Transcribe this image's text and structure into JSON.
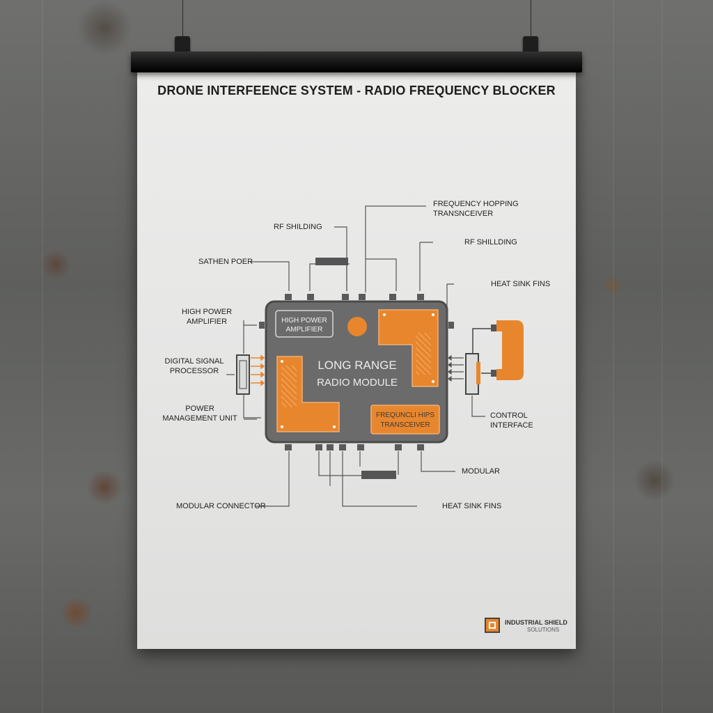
{
  "poster": {
    "title": "DRONE INTERFEENCE SYSTEM - RADIO FREQUENCY BLOCKER",
    "brand_name": "INDUSTRIAL SHIELD",
    "brand_sub": "SOLUTIONS"
  },
  "module": {
    "title_line1": "LONG RANGE",
    "title_line2": "RADIO MODULE",
    "inner_amplifier_line1": "HIGH POWER",
    "inner_amplifier_line2": "AMPLIFIER",
    "inner_transceiver_line1": "FREQUNCLI HIPS",
    "inner_transceiver_line2": "TRANSCEIVER"
  },
  "labels": {
    "rf_shilding_top": "RF SHILDING",
    "frequency_hopping_line1": "FREQUENCY HOPPING",
    "frequency_hopping_line2": "TRANSNCEIVER",
    "rf_shilding_right": "RF SHILLDING",
    "sathen_poer": "SATHEN POER",
    "heat_sink_fins_top": "HEAT SINK FINS",
    "high_power_amp_line1": "HIGH POWER",
    "high_power_amp_line2": "AMPLIFIER",
    "dsp_line1": "DIGITAL SIGNAL",
    "dsp_line2": "PROCESSOR",
    "pmu_line1": "POWER",
    "pmu_line2": "MANAGEMENT UNIT",
    "control_line1": "CONTROL",
    "control_line2": "INTERFACE",
    "modular": "MODULAR",
    "modular_connector": "MODULAR CONNECTOR",
    "heat_sink_fins_bottom": "HEAT SINK FINS"
  },
  "colors": {
    "accent_orange": "#e8862d",
    "module_gray": "#6b6b6b",
    "line_gray": "#555555"
  }
}
